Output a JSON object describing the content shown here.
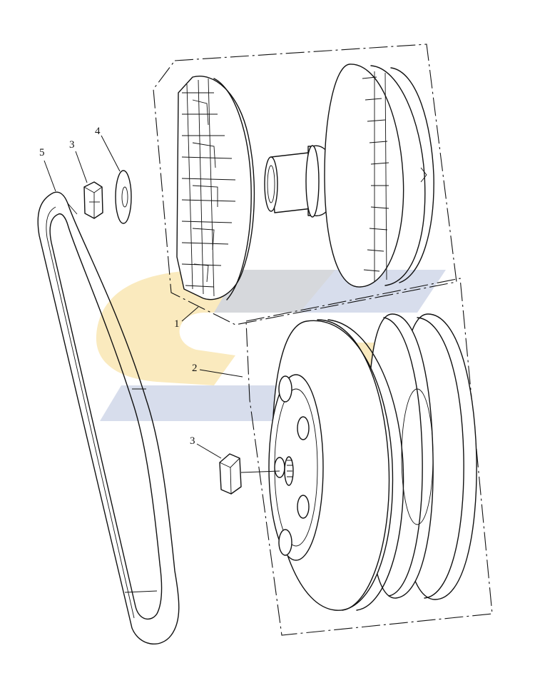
{
  "callouts": {
    "c1": "1",
    "c2": "2",
    "c3a": "3",
    "c3b": "3",
    "c4": "4",
    "c5": "5"
  },
  "colors": {
    "line": "#111111",
    "watermark_yellow": "#f8e3a8",
    "watermark_blue": "#c9d2e6",
    "background": "#ffffff"
  }
}
